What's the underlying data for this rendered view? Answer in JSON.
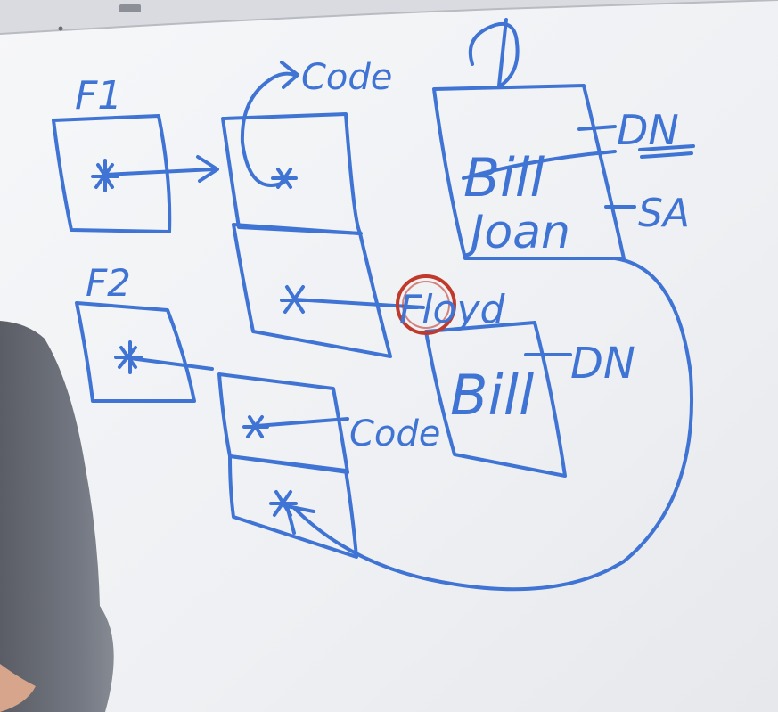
{
  "whiteboard": {
    "labels": {
      "f1": "F1",
      "f2": "F2",
      "code_top": "Code",
      "code_bottom": "Code",
      "d": "d",
      "bill_top": "Bill",
      "joan": "Joan",
      "floyd": "Floyd",
      "bill_bottom": "Bill",
      "dn_top": "DN",
      "sa": "SA",
      "dn_bottom": "DN"
    },
    "colors": {
      "marker_blue": "#3f74d4",
      "marker_red": "#c0392b",
      "board": "#f3f5f7",
      "suit": "#6c6f78"
    }
  }
}
